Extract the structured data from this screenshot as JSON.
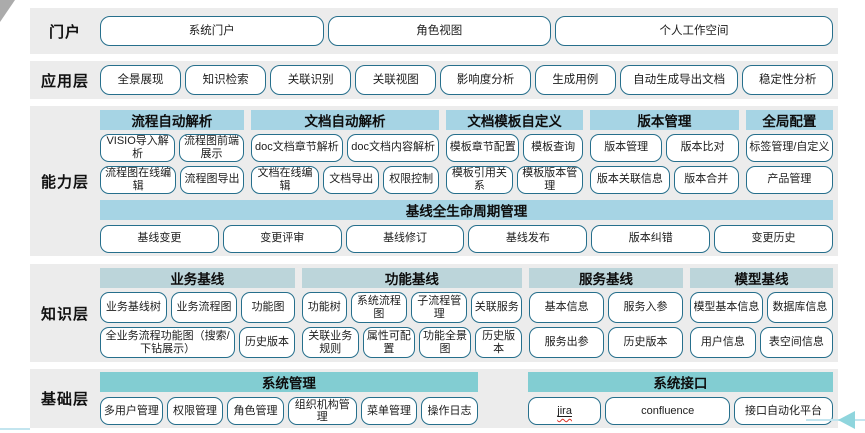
{
  "colors": {
    "band_bg": "#ececec",
    "header_blue": "#a6d4e4",
    "header_grayblue": "#bcd5da",
    "header_teal": "#82cdd2",
    "box_border": "#266f8c",
    "accent_light": "#c3e5ef",
    "arrow": "#8fd5dd"
  },
  "portal": {
    "label": "门户",
    "items": [
      "系统门户",
      "角色视图",
      "个人工作空间"
    ]
  },
  "application": {
    "label": "应用层",
    "items": [
      "全景展现",
      "知识检索",
      "关联识别",
      "关联视图",
      "影响度分析",
      "生成用例",
      "自动生成导出文档",
      "稳定性分析"
    ]
  },
  "capability": {
    "label": "能力层",
    "groups": [
      {
        "header": "流程自动解析",
        "rows": [
          [
            "VISIO导入解析",
            "流程图前端展示"
          ],
          [
            "流程图在线编辑",
            "流程图导出"
          ]
        ]
      },
      {
        "header": "文档自动解析",
        "rows": [
          [
            "doc文档章节解析",
            "doc文档内容解析"
          ],
          [
            "文档在线编辑",
            "文档导出",
            "权限控制"
          ]
        ]
      },
      {
        "header": "文档模板自定义",
        "rows": [
          [
            "模板章节配置",
            "模板查询"
          ],
          [
            "模板引用关系",
            "模板版本管理"
          ]
        ]
      },
      {
        "header": "版本管理",
        "rows": [
          [
            "版本管理",
            "版本比对"
          ],
          [
            "版本关联信息",
            "版本合并"
          ]
        ]
      },
      {
        "header": "全局配置",
        "rows": [
          [
            "标签管理/自定义"
          ],
          [
            "产品管理"
          ]
        ]
      }
    ],
    "baseline_header": "基线全生命周期管理",
    "baseline_items": [
      "基线变更",
      "变更评审",
      "基线修订",
      "基线发布",
      "版本纠错",
      "变更历史"
    ]
  },
  "knowledge": {
    "label": "知识层",
    "groups": [
      {
        "header": "业务基线",
        "rows": [
          [
            "业务基线树",
            "业务流程图",
            "功能图"
          ],
          [
            "全业务流程功能图（搜索/下钻展示）",
            "历史版本"
          ]
        ]
      },
      {
        "header": "功能基线",
        "rows": [
          [
            "功能树",
            "系统流程图",
            "子流程管理",
            "关联服务"
          ],
          [
            "关联业务规则",
            "属性可配置",
            "功能全景图",
            "历史版本"
          ]
        ]
      },
      {
        "header": "服务基线",
        "rows": [
          [
            "基本信息",
            "服务入参"
          ],
          [
            "服务出参",
            "历史版本"
          ]
        ]
      },
      {
        "header": "模型基线",
        "rows": [
          [
            "模型基本信息",
            "数据库信息"
          ],
          [
            "用户信息",
            "表空间信息"
          ]
        ]
      }
    ]
  },
  "foundation": {
    "label": "基础层",
    "groups": [
      {
        "header": "系统管理",
        "items": [
          "多用户管理",
          "权限管理",
          "角色管理",
          "组织机构管理",
          "菜单管理",
          "操作日志"
        ]
      },
      {
        "header": "系统接口",
        "items": [
          "jira",
          "confluence",
          "接口自动化平台"
        ]
      }
    ],
    "spellcheck_marked": "jira"
  }
}
